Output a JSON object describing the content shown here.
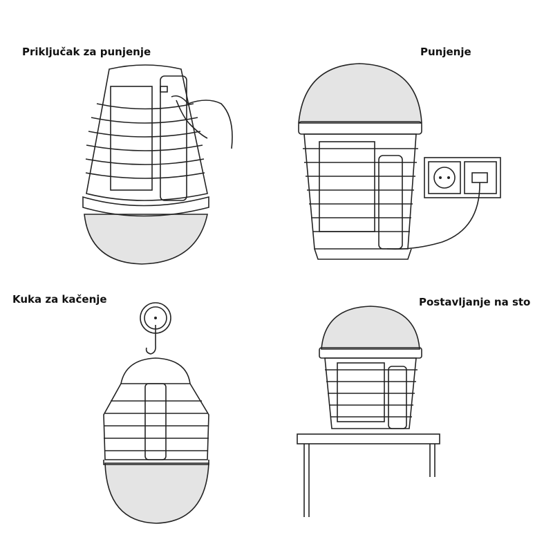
{
  "panels": [
    {
      "title": "Priključak za punjenje"
    },
    {
      "title": "Punjenje"
    },
    {
      "title": "Kuka za kačenje"
    },
    {
      "title": "Postavljanje na sto"
    }
  ]
}
